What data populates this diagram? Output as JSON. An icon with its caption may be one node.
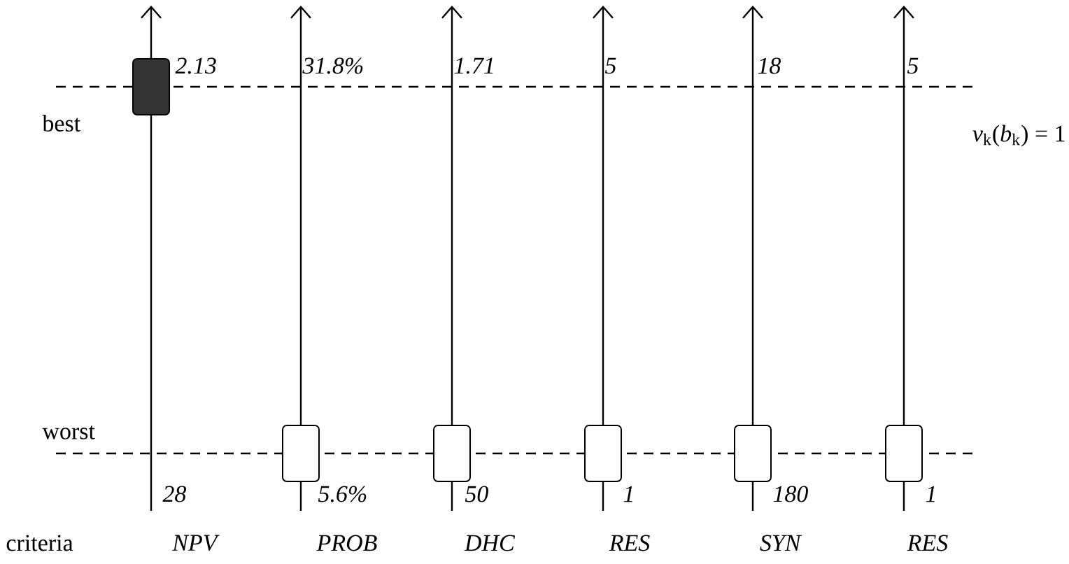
{
  "diagram": {
    "labels": [
      "*2.13*",
      "*31.8%*",
      "*1.71*",
      "*5*",
      "*18*",
      "*5*",
      "best",
      "*v*$_{k}$(*b*$_{k}$) = 1",
      "worst",
      "*28*",
      "*5.6%*",
      "*50*",
      "*1*",
      "*180*",
      "*1*",
      "criteria",
      "*NPV*",
      "*PROB*",
      "*DHC*",
      "*RES*",
      "*SYN*",
      "*RES*"
    ]
  }
}
